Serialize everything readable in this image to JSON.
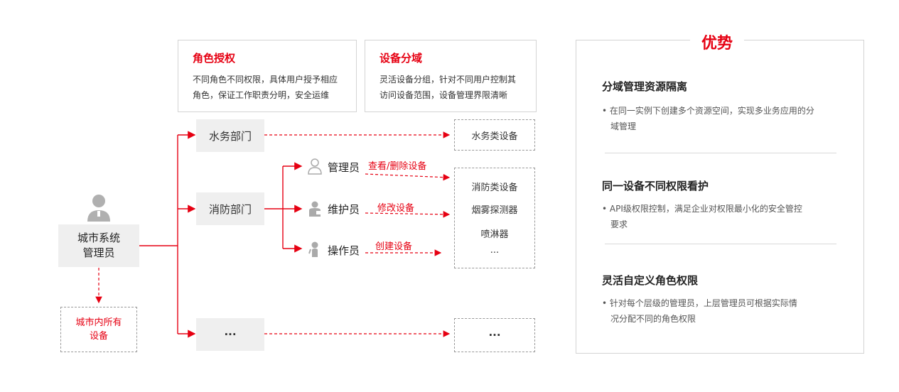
{
  "role_auth": {
    "title": "角色授权",
    "desc_line1": "不同角色不同权限，具体用户授予相应",
    "desc_line2": "角色，保证工作职责分明，安全运维"
  },
  "device_domain": {
    "title": "设备分域",
    "desc_line1": "灵活设备分组，针对不同用户控制其",
    "desc_line2": "访问设备范围，设备管理界限清晰"
  },
  "admin": {
    "line1": "城市系统",
    "line2": "管理员",
    "icon": "admin-user-icon"
  },
  "all_devices": {
    "line1": "城市内所有",
    "line2": "设备"
  },
  "departments": {
    "water": "水务部门",
    "fire": "消防部门",
    "more": "···"
  },
  "roles": [
    {
      "label": "管理员",
      "perm": "查看/删除设备",
      "icon": "manager-person-icon"
    },
    {
      "label": "维护员",
      "perm": "修改设备",
      "icon": "maintainer-person-icon"
    },
    {
      "label": "操作员",
      "perm": "创建设备",
      "icon": "operator-person-icon"
    }
  ],
  "device_groups": {
    "water": "水务类设备",
    "fire_items": [
      "消防类设备",
      "烟雾探测器",
      "喷淋器",
      "..."
    ],
    "more": "···"
  },
  "advantages": {
    "heading": "优势",
    "items": [
      {
        "title": "分域管理资源隔离",
        "desc_line1": "• 在同一实例下创建多个资源空间，实现多业务应用的分",
        "desc_line2": "  域管理"
      },
      {
        "title": "同一设备不同权限看护",
        "desc_line1": "• API级权限控制，满足企业对权限最小化的安全管控",
        "desc_line2": "  要求"
      },
      {
        "title": "灵活自定义角色权限",
        "desc_line1": "• 针对每个层级的管理员，上层管理员可根据实际情",
        "desc_line2": "  况分配不同的角色权限"
      }
    ]
  },
  "colors": {
    "accent_red": "#e60012",
    "grey_box": "#efefef",
    "border": "#d4d4d4"
  }
}
